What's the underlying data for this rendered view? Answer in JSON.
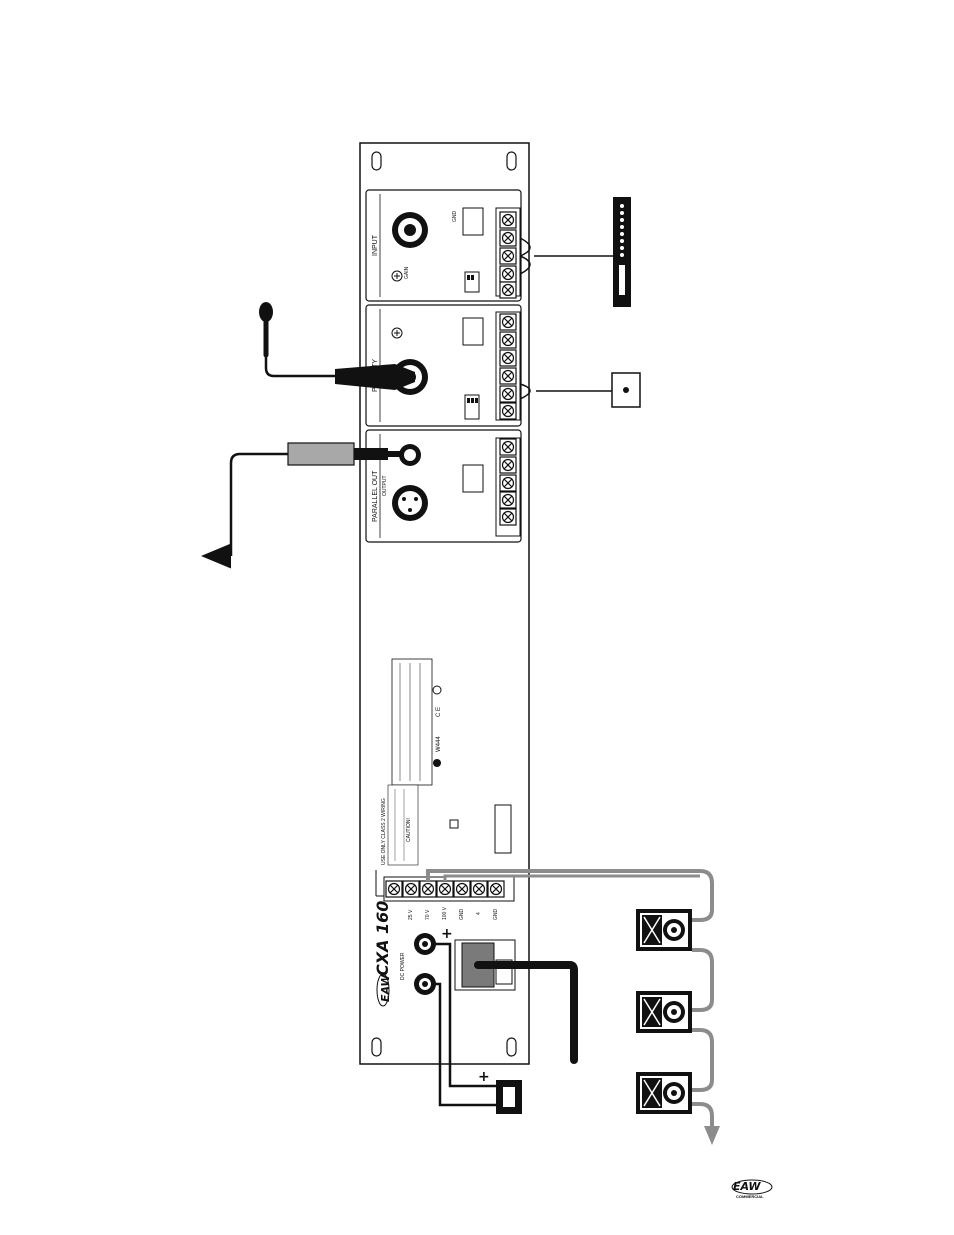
{
  "panel": {
    "model_name": "CXA 160",
    "brand_name": "EAW",
    "input_module_label": "INPUT",
    "priority_module_label": "PRIORITY",
    "parallel_out_label": "PARALLEL OUT",
    "output_label": "OUTPUT",
    "gain_label": "GAIN",
    "gnd_label": "GND",
    "dc_power_label": "DC POWER",
    "caution_title": "CAUTION!",
    "terminal_labels": [
      "25 V",
      "70 V",
      "100 V",
      "GND",
      "4",
      "GND"
    ],
    "class2_wiring_label": "USE ONLY CLASS 2 WIRING",
    "ul_listing_code": "W444"
  },
  "polarity": {
    "plus_near_terminal": "+",
    "plus_near_battery": "+"
  },
  "footer_logo": {
    "brand": "EAW",
    "sub": "COMMERCIAL"
  },
  "colors": {
    "line": "#111111",
    "gray_cable": "#8c8c8c",
    "gray_fill": "#a8a8a8",
    "plug_fill": "#7a7a7a"
  }
}
